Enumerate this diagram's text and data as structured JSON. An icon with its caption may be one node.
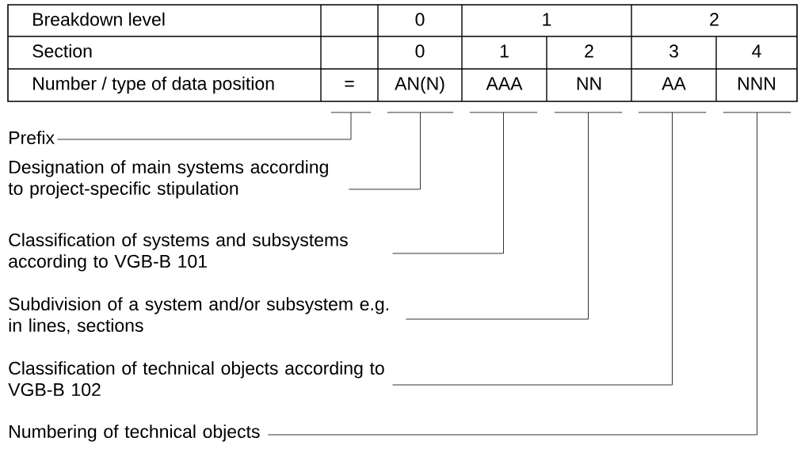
{
  "diagram": {
    "nodes": [
      {
        "text": [],
        "shape": "bar"
      },
      {
        "text": [],
        "shape": "bar"
      },
      {
        "text": [],
        "shape": "bar"
      },
      {
        "text": [],
        "shape": "bar"
      },
      {
        "text": [],
        "shape": "bar"
      },
      {
        "text": [],
        "shape": "bar"
      },
      {
        "text": [
          "Prefix"
        ]
      },
      {
        "text": [
          "Designation of main systems according to project-specific stipulation"
        ]
      },
      {
        "text": [
          "Classification of systems and subsystems according to VGB-B 101"
        ]
      },
      {
        "text": [
          "Subdivision of a system and/or subsystem e.g. in lines, sections"
        ]
      },
      {
        "text": [
          "Classification of technical objects according to VGB-B 102"
        ]
      },
      {
        "text": [
          "Numbering of technical objects"
        ]
      }
    ],
    "edges": [
      {
        "from": 6,
        "to": 0,
        "arrow": "none"
      },
      {
        "from": 7,
        "to": 1,
        "arrow": "none"
      },
      {
        "from": 8,
        "to": 2,
        "arrow": "none"
      },
      {
        "from": 9,
        "to": 3,
        "arrow": "none"
      },
      {
        "from": 10,
        "to": 4,
        "arrow": "none"
      },
      {
        "from": 11,
        "to": 5,
        "arrow": "none"
      }
    ],
    "labels": [
      "Breakdown level",
      "0",
      "1",
      "2",
      "Section",
      "0",
      "1",
      "2",
      "3",
      "4",
      "Number / type of data position",
      "=",
      "AN(N)",
      "AAA",
      "NN",
      "AA",
      "NNN"
    ]
  }
}
